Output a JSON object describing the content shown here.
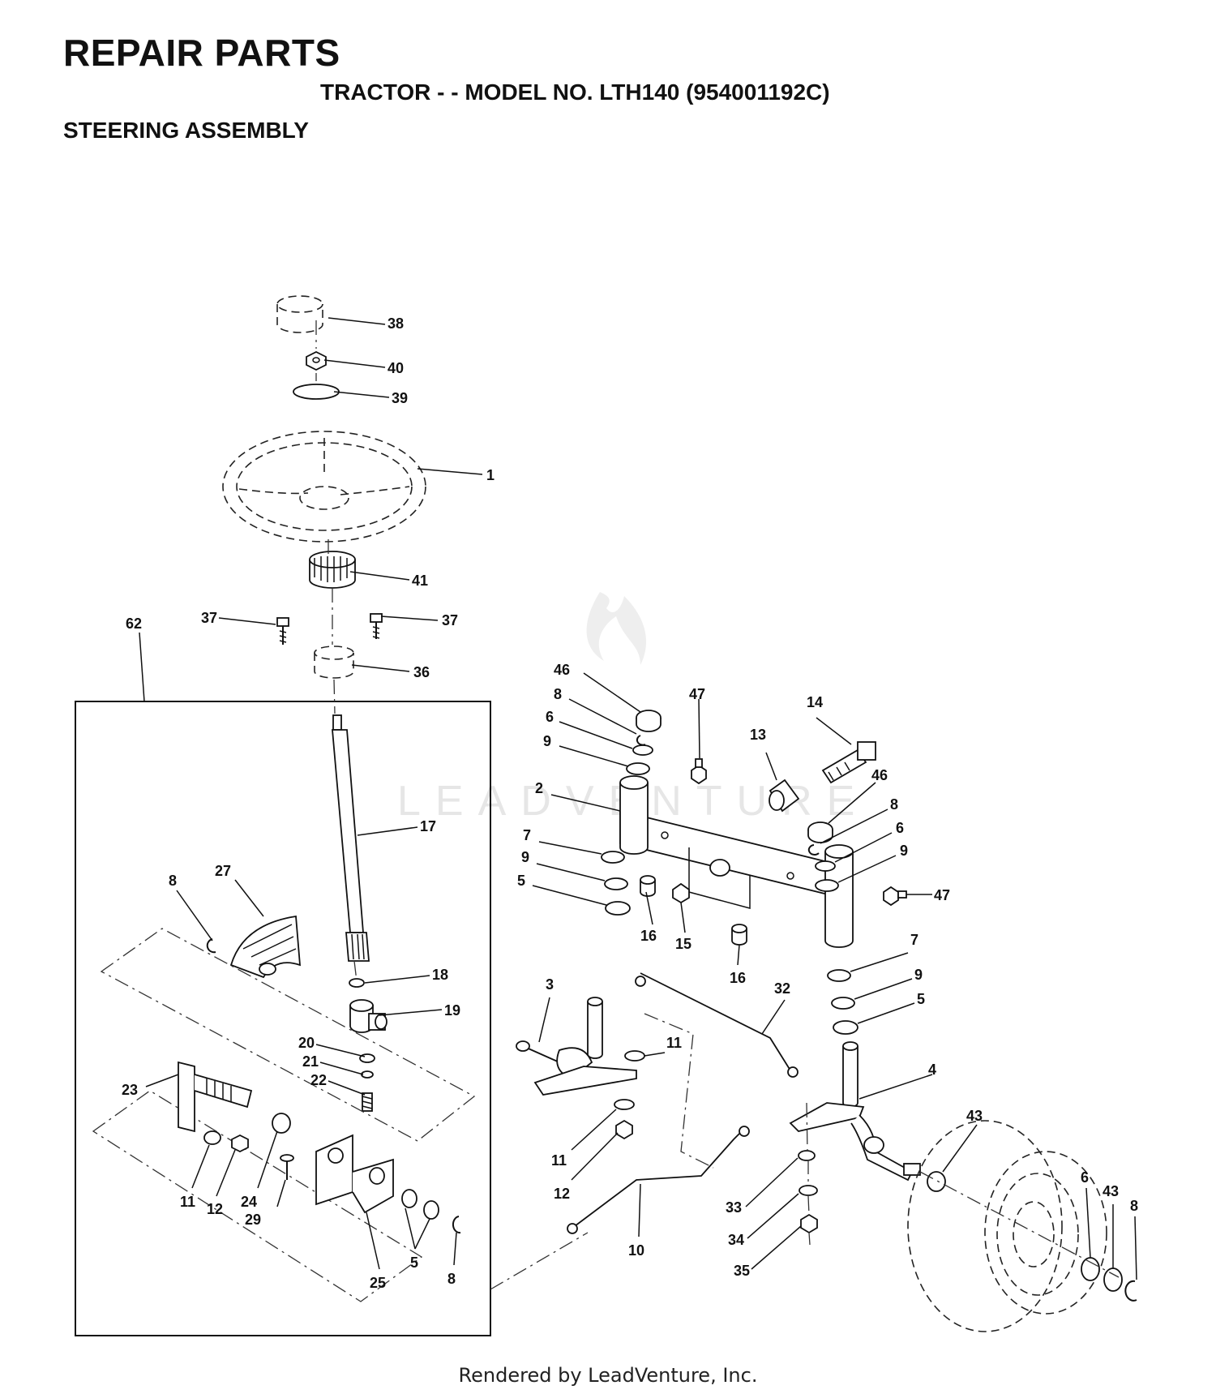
{
  "header": {
    "title": "REPAIR PARTS",
    "subtitle": "TRACTOR - - MODEL NO. LTH140 (954001192C)",
    "section": "STEERING  ASSEMBLY"
  },
  "watermark": "LEADVENTURE",
  "footer": "Rendered by LeadVenture, Inc.",
  "callouts": [
    "38",
    "40",
    "39",
    "1",
    "41",
    "37",
    "37",
    "36",
    "62",
    "17",
    "8",
    "27",
    "18",
    "19",
    "20",
    "21",
    "22",
    "23",
    "11",
    "12",
    "24",
    "29",
    "25",
    "5",
    "8",
    "46",
    "8",
    "6",
    "9",
    "47",
    "14",
    "13",
    "2",
    "46",
    "8",
    "6",
    "9",
    "7",
    "9",
    "5",
    "16",
    "15",
    "16",
    "47",
    "7",
    "9",
    "5",
    "3",
    "32",
    "11",
    "11",
    "12",
    "10",
    "4",
    "33",
    "34",
    "35",
    "43",
    "6",
    "43",
    "8"
  ]
}
